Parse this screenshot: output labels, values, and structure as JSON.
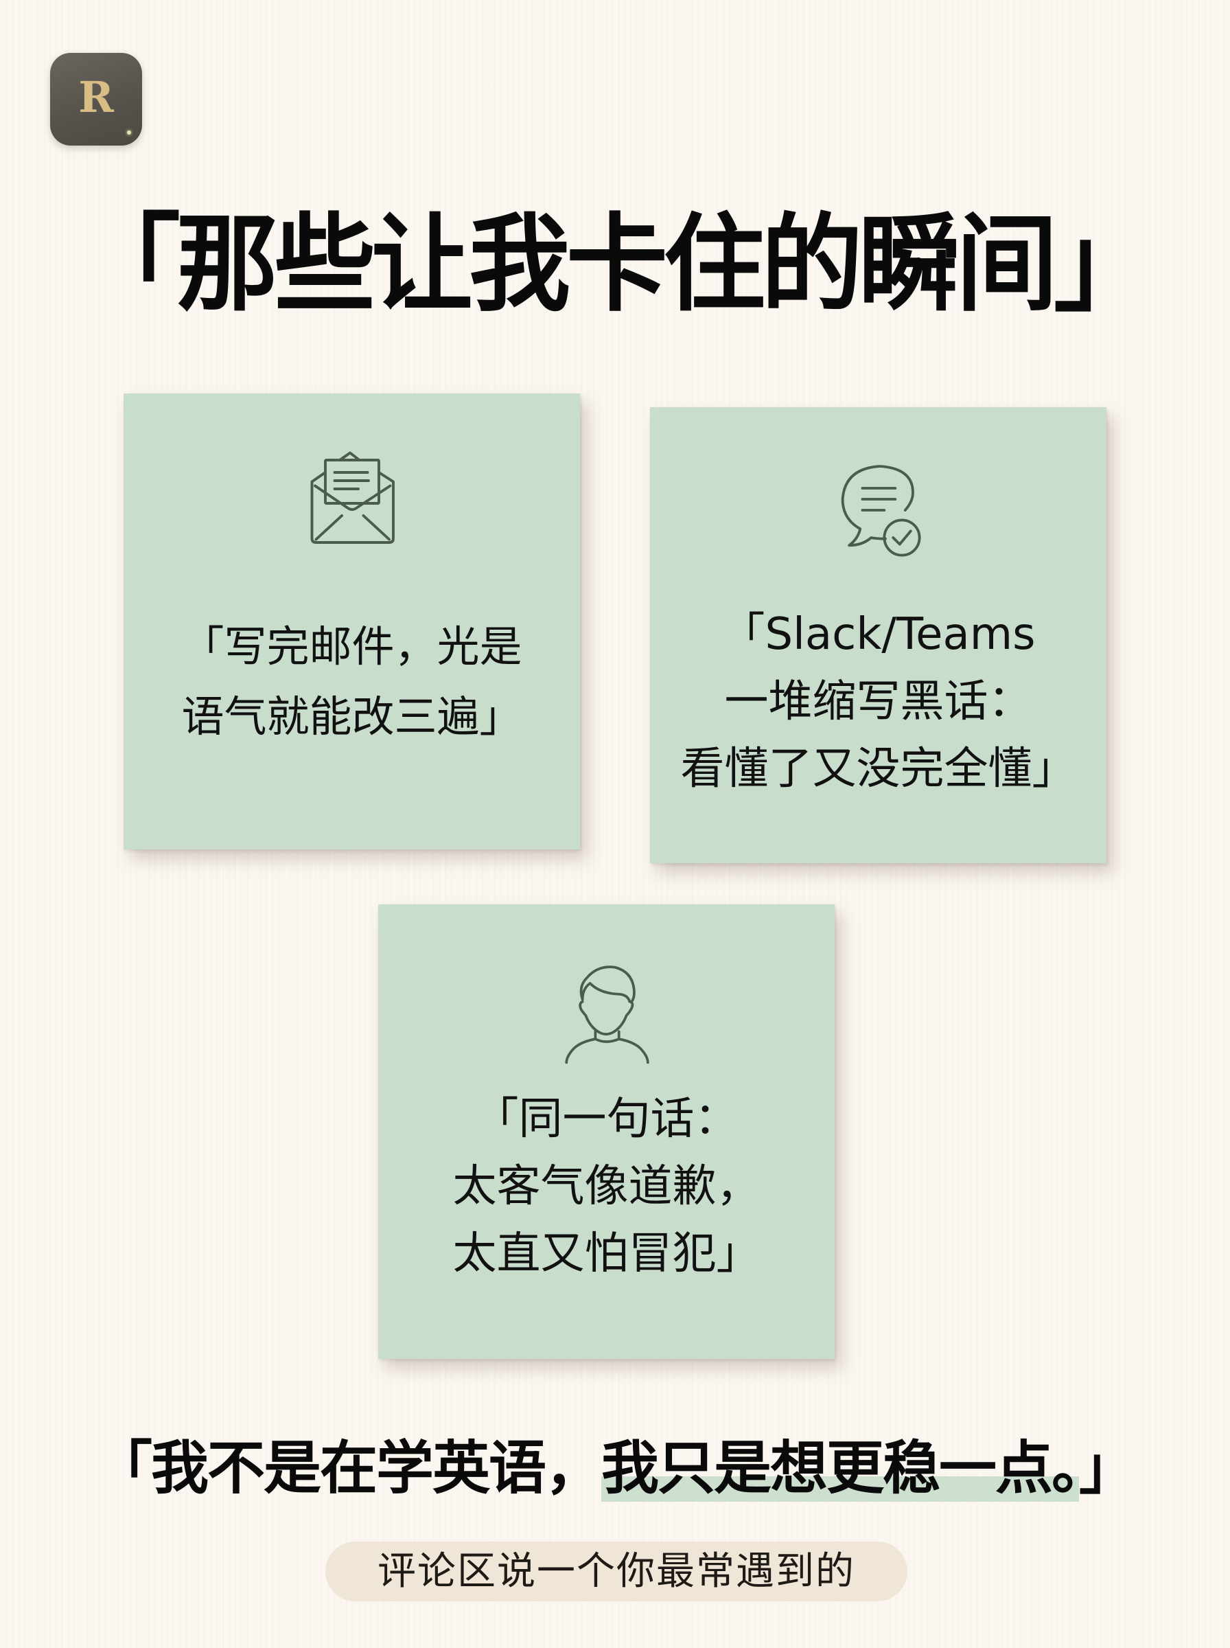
{
  "logo": {
    "letter": "R",
    "icon": "brand-logo-icon"
  },
  "title": "「那些让我卡住的瞬间」",
  "cards": [
    {
      "icon": "envelope-letter-icon",
      "lines": [
        "「写完邮件，光是",
        "语气就能改三遍」"
      ]
    },
    {
      "icon": "chat-bubble-check-icon",
      "lines": [
        "「Slack/Teams",
        "一堆缩写黑话：",
        "看懂了又没完全懂」"
      ]
    },
    {
      "icon": "person-avatar-icon",
      "lines": [
        "「同一句话：",
        "太客气像道歉，",
        "太直又怕冒犯」"
      ]
    }
  ],
  "quote": {
    "part1": "「我不是在学英语，",
    "highlight": "我只是想更稳一点。",
    "part2": "」"
  },
  "cta": "评论区说一个你最常遇到的",
  "colors": {
    "background": "#fbf6f0",
    "card": "#c9ddcd",
    "icon_stroke": "#4a5c4e",
    "highlight": "#cde0cf",
    "pill": "#efe6d8",
    "logo_bg": "#5a564f",
    "logo_letter": "#d8bd84"
  }
}
